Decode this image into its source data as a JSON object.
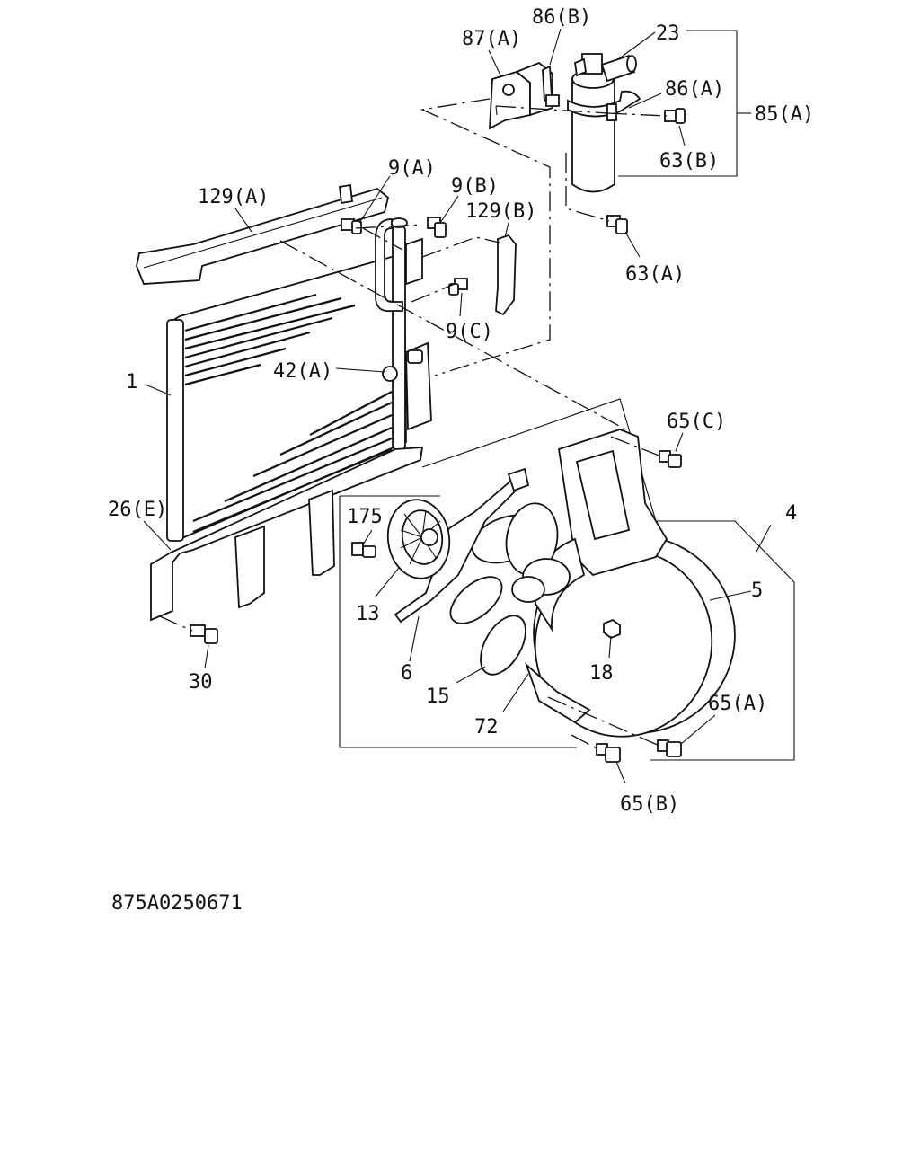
{
  "labels": {
    "l_23": "23",
    "l_86b": "86(B)",
    "l_87a": "87(A)",
    "l_86a": "86(A)",
    "l_85a": "85(A)",
    "l_63b": "63(B)",
    "l_9a": "9(A)",
    "l_9b": "9(B)",
    "l_129a": "129(A)",
    "l_129b": "129(B)",
    "l_63a": "63(A)",
    "l_9c": "9(C)",
    "l_42a": "42(A)",
    "l_1": "1",
    "l_65c": "65(C)",
    "l_4": "4",
    "l_26e": "26(E)",
    "l_175": "175",
    "l_5": "5",
    "l_13": "13",
    "l_6": "6",
    "l_18": "18",
    "l_30": "30",
    "l_15": "15",
    "l_72": "72",
    "l_65a": "65(A)",
    "l_65b": "65(B)"
  },
  "figure_code": "875A0250671"
}
